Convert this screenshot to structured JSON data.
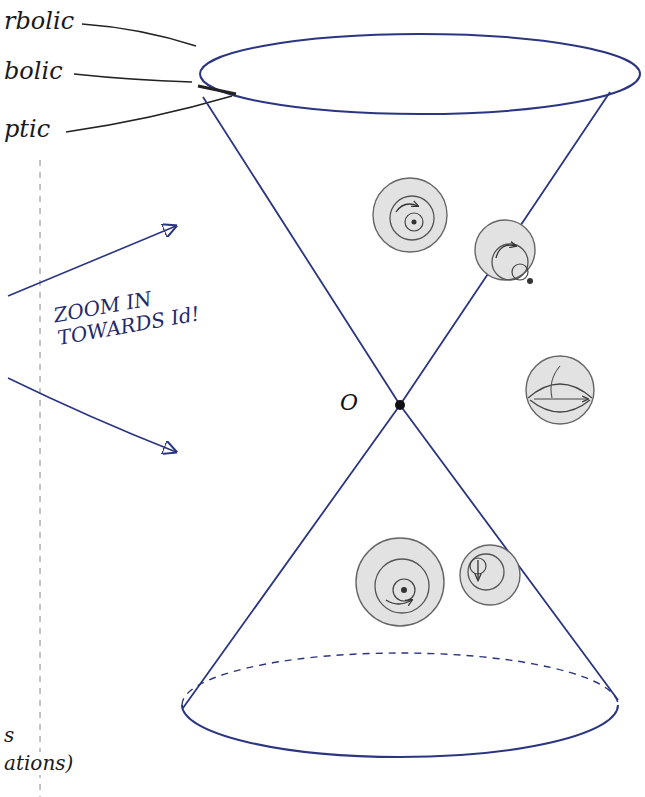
{
  "diagram": {
    "labels": [
      "rbolic",
      "bolic",
      "ptic",
      "ZOOM IN TOWARDS Id!",
      "O",
      "s",
      "ations)"
    ]
  }
}
